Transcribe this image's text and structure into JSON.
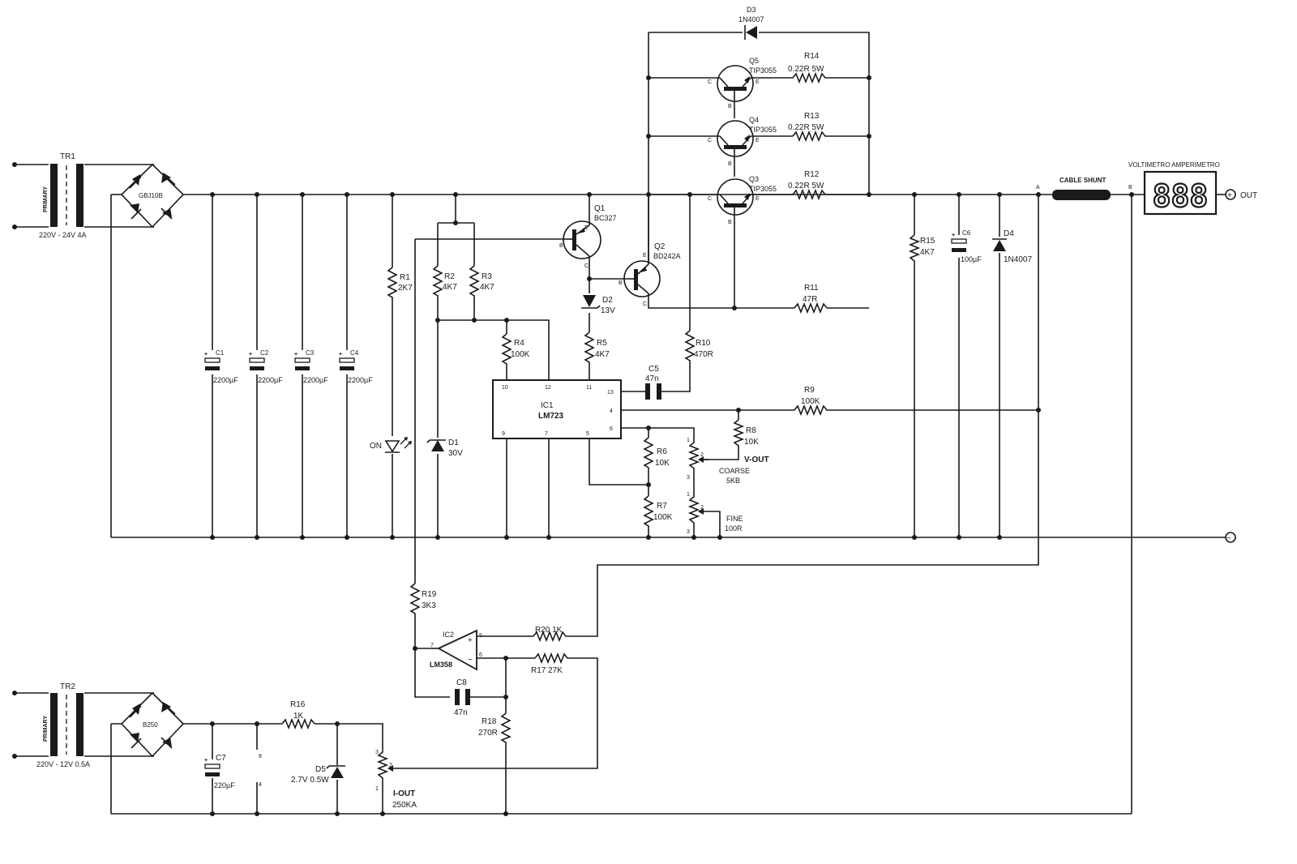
{
  "transformers": {
    "tr1": {
      "ref": "TR1",
      "winding": "PRIMARY",
      "rating": "220V - 24V 4A"
    },
    "tr2": {
      "ref": "TR2",
      "winding": "PRIMARY",
      "rating": "220V - 12V 0.5A"
    }
  },
  "bridges": {
    "br1": "GBJ10B",
    "br2": "B250"
  },
  "capacitors": {
    "c1": {
      "ref": "C1",
      "value": "2200µF"
    },
    "c2": {
      "ref": "C2",
      "value": "2200µF"
    },
    "c3": {
      "ref": "C3",
      "value": "2200µF"
    },
    "c4": {
      "ref": "C4",
      "value": "2200µF"
    },
    "c5": {
      "ref": "C5",
      "value": "47n"
    },
    "c6": {
      "ref": "C6",
      "value": "100µF"
    },
    "c7": {
      "ref": "C7",
      "value": "220µF"
    },
    "c8": {
      "ref": "C8",
      "value": "47n"
    }
  },
  "resistors": {
    "r1": {
      "ref": "R1",
      "value": "2K7"
    },
    "r2": {
      "ref": "R2",
      "value": "4K7"
    },
    "r3": {
      "ref": "R3",
      "value": "4K7"
    },
    "r4": {
      "ref": "R4",
      "value": "100K"
    },
    "r5": {
      "ref": "R5",
      "value": "4K7"
    },
    "r6": {
      "ref": "R6",
      "value": "10K"
    },
    "r7": {
      "ref": "R7",
      "value": "100K"
    },
    "r8": {
      "ref": "R8",
      "value": "10K"
    },
    "r9": {
      "ref": "R9",
      "value": "100K"
    },
    "r10": {
      "ref": "R10",
      "value": "470R"
    },
    "r11": {
      "ref": "R11",
      "value": "47R"
    },
    "r12": {
      "ref": "R12",
      "value": "0.22R 5W"
    },
    "r13": {
      "ref": "R13",
      "value": "0.22R 5W"
    },
    "r14": {
      "ref": "R14",
      "value": "0.22R 5W"
    },
    "r15": {
      "ref": "R15",
      "value": "4K7"
    },
    "r16": {
      "ref": "R16",
      "value": "1K"
    },
    "r17": {
      "ref": "R17 27K"
    },
    "r18": {
      "ref": "R18",
      "value": "270R"
    },
    "r19": {
      "ref": "R19",
      "value": "3K3"
    },
    "r20": {
      "ref": "R20 1K"
    }
  },
  "diodes": {
    "d1": {
      "ref": "D1",
      "value": "30V"
    },
    "d2": {
      "ref": "D2",
      "value": "13V"
    },
    "d3": {
      "ref": "D3",
      "value": "1N4007"
    },
    "d4": {
      "ref": "D4",
      "value": "1N4007"
    },
    "d5": {
      "ref": "D5",
      "value": "2.7V 0.5W"
    },
    "led": {
      "label": "ON"
    }
  },
  "transistors": {
    "q1": {
      "ref": "Q1",
      "type": "BC327"
    },
    "q2": {
      "ref": "Q2",
      "type": "BD242A"
    },
    "q3": {
      "ref": "Q3",
      "type": "TIP3055"
    },
    "q4": {
      "ref": "Q4",
      "type": "TIP3055"
    },
    "q5": {
      "ref": "Q5",
      "type": "TIP3055"
    },
    "pin_b": "B",
    "pin_c": "C",
    "pin_e": "E"
  },
  "ics": {
    "ic1": {
      "ref": "IC1",
      "type": "LM723",
      "pins": [
        "10",
        "12",
        "11",
        "13",
        "4",
        "6",
        "9",
        "7",
        "5"
      ]
    },
    "ic2": {
      "ref": "IC2",
      "type": "LM358",
      "pins": [
        "5",
        "6",
        "7"
      ],
      "plus": "+",
      "minus": "−"
    },
    "ic2_supply_pins": [
      "8",
      "4"
    ]
  },
  "pots": {
    "coarse": {
      "name": "COARSE",
      "value": "5KB"
    },
    "fine": {
      "name": "FINE",
      "value": "100R"
    },
    "iout": {
      "name": "I-OUT",
      "value": "250KA"
    },
    "pin1": "1",
    "pin2": "2",
    "pin3": "3"
  },
  "labels": {
    "vout": "V-OUT",
    "cable_shunt": "CABLE SHUNT",
    "shunt_a": "A",
    "shunt_b": "B",
    "meter": "VOLTIMETRO AMPERIMETRO",
    "meter_display": "888",
    "out": "OUT",
    "plus_symbol": "+",
    "minus_symbol": "−"
  }
}
